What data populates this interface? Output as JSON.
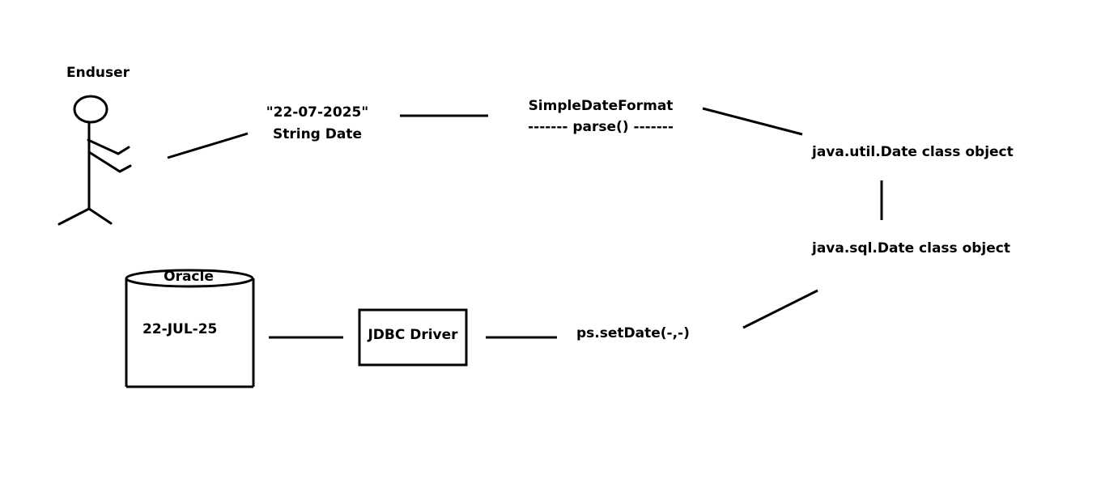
{
  "actor": {
    "label": "Enduser"
  },
  "input": {
    "value": "\"22-07-2025\"",
    "type_label": "String Date"
  },
  "parser": {
    "class_name": "SimpleDateFormat",
    "method_label": "------- parse() -------"
  },
  "util_date": {
    "label": "java.util.Date class object"
  },
  "sql_date": {
    "label": "java.sql.Date class object"
  },
  "setter": {
    "label": "ps.setDate(-,-)"
  },
  "driver": {
    "label": "JDBC Driver"
  },
  "database": {
    "name": "Oracle",
    "stored_value": "22-JUL-25"
  },
  "colors": {
    "stroke": "#000000",
    "background": "#ffffff"
  }
}
